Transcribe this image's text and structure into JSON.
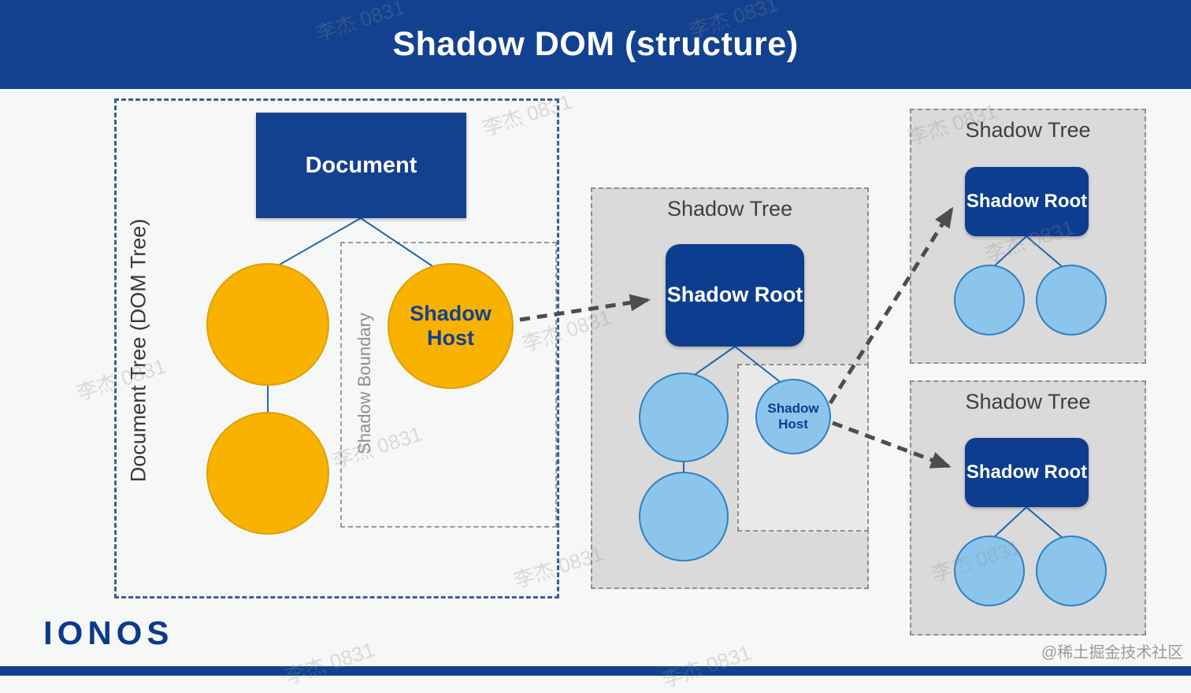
{
  "header": {
    "title": "Shadow DOM (structure)"
  },
  "doc_tree": {
    "side_label": "Document Tree (DOM Tree)",
    "document": "Document",
    "boundary_label": "Shadow Boundary",
    "shadow_host": "Shadow Host"
  },
  "main_shadow_tree": {
    "title": "Shadow Tree",
    "shadow_root": "Shadow Root",
    "shadow_host": "Shadow Host"
  },
  "shadow_tree_top": {
    "title": "Shadow Tree",
    "shadow_root": "Shadow Root"
  },
  "shadow_tree_bottom": {
    "title": "Shadow Tree",
    "shadow_root": "Shadow Root"
  },
  "branding": {
    "logo": "IONOS",
    "credit": "@稀土掘金技术社区"
  },
  "watermark": {
    "text": "李杰 0831"
  },
  "colors": {
    "header_blue": "#12418f",
    "node_blue": "#0d3d8f",
    "node_yellow": "#f9b200",
    "circle_blue_fill": "#8cc5ec",
    "circle_blue_stroke": "#2f80c3",
    "gray_box_fill": "#dadada",
    "arrow_gray": "#4d4d4d"
  }
}
